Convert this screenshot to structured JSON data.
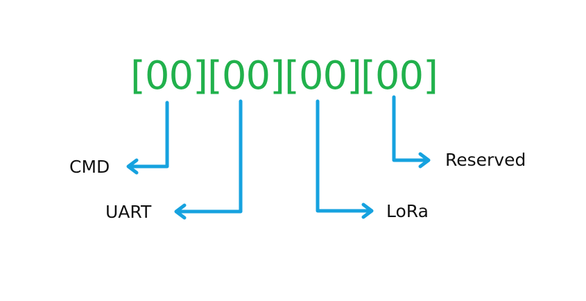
{
  "colors": {
    "byte_text": "#21b14c",
    "arrow": "#16a2df",
    "label_text": "#111111"
  },
  "bytes": [
    "[00]",
    "[00]",
    "[00]",
    "[00]"
  ],
  "labels": {
    "cmd": "CMD",
    "uart": "UART",
    "lora": "LoRa",
    "reserved": "Reserved"
  },
  "connections": [
    {
      "from_byte": 1,
      "to_label": "CMD",
      "direction": "left"
    },
    {
      "from_byte": 2,
      "to_label": "UART",
      "direction": "left"
    },
    {
      "from_byte": 3,
      "to_label": "LoRa",
      "direction": "right"
    },
    {
      "from_byte": 4,
      "to_label": "Reserved",
      "direction": "right"
    }
  ]
}
